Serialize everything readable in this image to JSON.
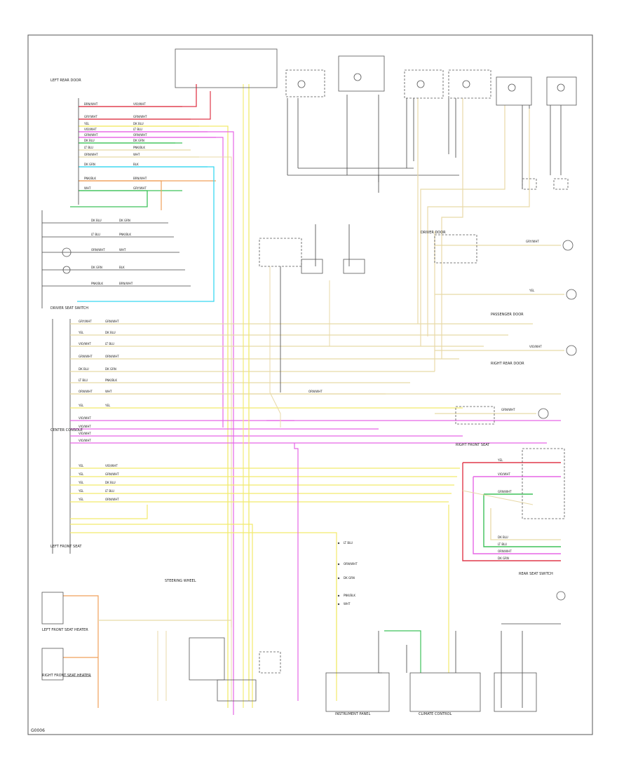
{
  "diagram": {
    "connectors": [
      "LEFT REAR DOOR",
      "DRIVER DOOR",
      "RIGHT REAR DOOR",
      "PASSENGER DOOR",
      "RIGHT FRONT SEAT",
      "LEFT FRONT SEAT",
      "DRIVER SEAT SWITCH",
      "CENTER CONSOLE",
      "LEFT FRONT SEAT HEATER",
      "RIGHT FRONT SEAT HEATER",
      "INSTRUMENT PANEL",
      "CLIMATE CONTROL",
      "STEERING WHEEL",
      "REAR SEAT SWITCH"
    ],
    "wire_labels": [
      "BRN/WHT",
      "GRY/WHT",
      "YEL",
      "VIO/WHT",
      "GRN/WHT",
      "DK BLU",
      "LT BLU",
      "ORN/WHT",
      "DK GRN",
      "PNK/BLK",
      "WHT",
      "BLK"
    ],
    "footer_id": "G0006"
  },
  "colors": {
    "frame": "#555555",
    "red": "#e0384a",
    "yellow": "#f2ea6c",
    "magenta": "#e766e6",
    "cyan": "#38d8f0",
    "green": "#3ec25a",
    "orange": "#f0a05a",
    "pale": "#e8d9a8",
    "dark": "#444444"
  }
}
